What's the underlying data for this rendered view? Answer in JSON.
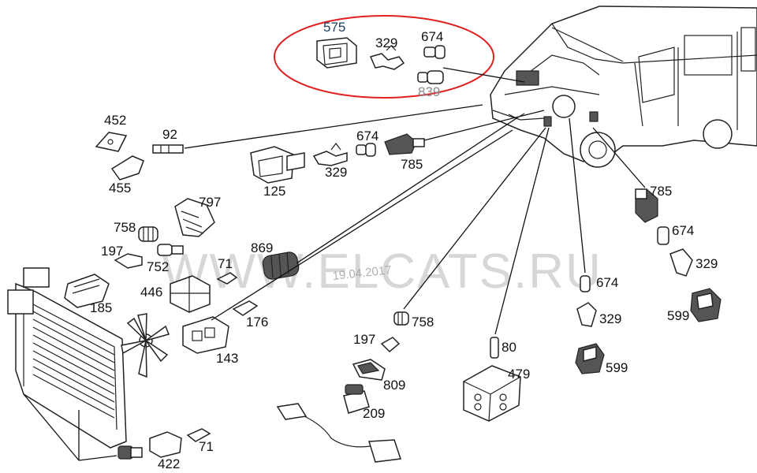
{
  "labels": {
    "p575": "575",
    "p329_top": "329",
    "p674_top": "674",
    "p839": "839",
    "p452": "452",
    "p92": "92",
    "p455": "455",
    "p674_mid": "674",
    "p785_mid": "785",
    "p329_mid": "329",
    "p125": "125",
    "p797": "797",
    "p758_left": "758",
    "p197_left": "197",
    "p752": "752",
    "p71_mid": "71",
    "p869": "869",
    "p185": "185",
    "p446": "446",
    "p176": "176",
    "p143": "143",
    "p758_mid": "758",
    "p197_mid": "197",
    "p809": "809",
    "p209": "209",
    "p80": "80",
    "p479": "479",
    "p674_r1": "674",
    "p329_r1": "329",
    "p599_r1": "599",
    "p785_r2": "785",
    "p674_r2": "674",
    "p329_r2": "329",
    "p599_r2": "599",
    "p422": "422",
    "p71_bot": "71"
  },
  "watermark": {
    "text": "WWW.ELCATS.RU",
    "date": "19.04.2017"
  },
  "colors": {
    "highlight": "#e02020",
    "line": "#111111",
    "watermark": "#b8b8b8"
  }
}
